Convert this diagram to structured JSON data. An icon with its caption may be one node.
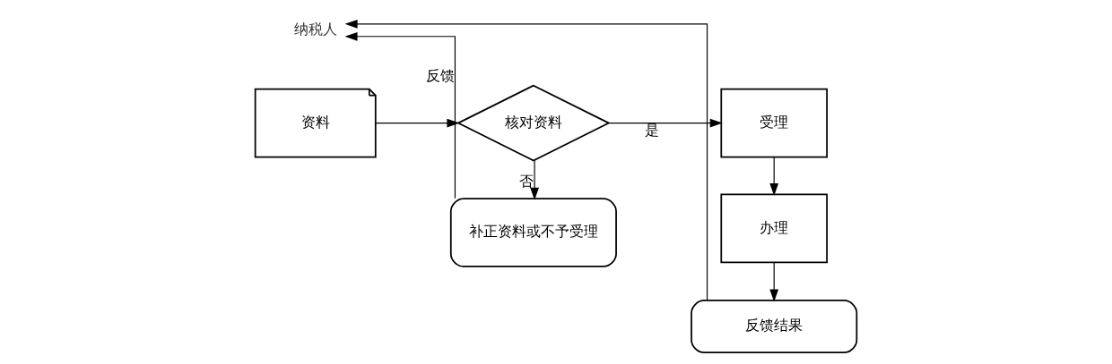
{
  "diagram": {
    "nodes": [
      {
        "text": [
          "纳税人"
        ]
      },
      {
        "text": [
          "资料"
        ]
      },
      {
        "text": [
          "核对资料"
        ]
      },
      {
        "text": [
          "受理"
        ]
      },
      {
        "text": [
          "补正资料或不予受理"
        ]
      },
      {
        "text": [
          "办理"
        ]
      },
      {
        "text": [
          "反馈结果"
        ]
      }
    ],
    "edges": [
      {
        "from": 1,
        "to": 2,
        "arrow": "to"
      },
      {
        "from": 2,
        "to": 3,
        "arrow": "to",
        "label": "是"
      },
      {
        "from": 2,
        "to": 4,
        "arrow": "to",
        "label": "否"
      },
      {
        "from": 3,
        "to": 5,
        "arrow": "to"
      },
      {
        "from": 5,
        "to": 6,
        "arrow": "to"
      },
      {
        "from": 4,
        "to": 0,
        "arrow": "to",
        "label": "反馈"
      },
      {
        "from": 6,
        "to": 0,
        "arrow": "to"
      }
    ]
  }
}
